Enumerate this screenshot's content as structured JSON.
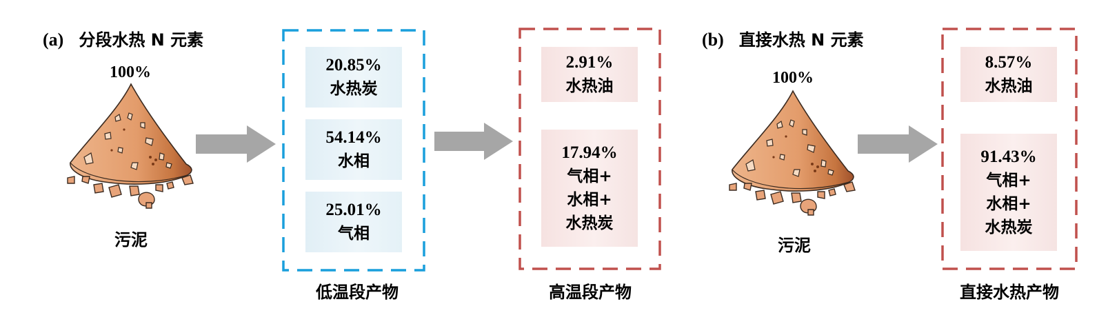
{
  "panel_a": {
    "tag": "(a)",
    "title": "分段水热 N 元素",
    "sludge_percent": "100%",
    "sludge_label": "污泥",
    "low_temp": {
      "label": "低温段产物",
      "items": [
        {
          "value": "20.85%",
          "name": "水热炭"
        },
        {
          "value": "54.14%",
          "name": "水相"
        },
        {
          "value": "25.01%",
          "name": "气相"
        }
      ]
    },
    "high_temp": {
      "label": "高温段产物",
      "items": [
        {
          "value": "2.91%",
          "name": "水热油"
        },
        {
          "value": "17.94%",
          "lines": [
            "气相+",
            "水相+",
            "水热炭"
          ]
        }
      ]
    }
  },
  "panel_b": {
    "tag": "(b)",
    "title": "直接水热 N 元素",
    "sludge_percent": "100%",
    "sludge_label": "污泥",
    "direct": {
      "label": "直接水热产物",
      "items": [
        {
          "value": "8.57%",
          "name": "水热油"
        },
        {
          "value": "91.43%",
          "lines": [
            "气相+",
            "水相+",
            "水热炭"
          ]
        }
      ]
    }
  },
  "colors": {
    "low_box_border": "#1a9fdc",
    "high_box_border": "#c0504d",
    "arrow": "#a6a6a6",
    "pile_light": "#edb48a",
    "pile_dark": "#a0522d"
  },
  "icons": [
    "sludge-pile-icon",
    "right-arrow-icon"
  ]
}
